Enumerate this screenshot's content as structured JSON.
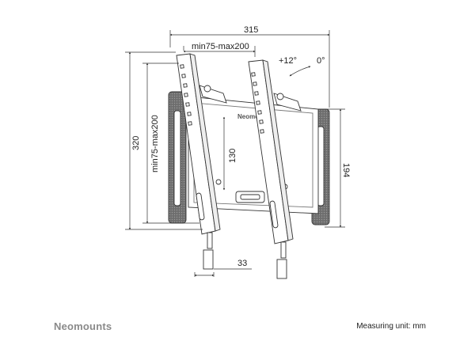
{
  "brand": "Neomounts",
  "measuring_unit": "Measuring unit: mm",
  "product_label": "Neomo",
  "dimensions": {
    "overall_width": "315",
    "vesa_horizontal": "min75-max200",
    "vesa_vertical": "min75-max200",
    "overall_height": "320",
    "plate_height": "194",
    "inner_height": "130",
    "wall_depth": "33",
    "tilt_forward": "+12°",
    "tilt_zero": "0°"
  }
}
